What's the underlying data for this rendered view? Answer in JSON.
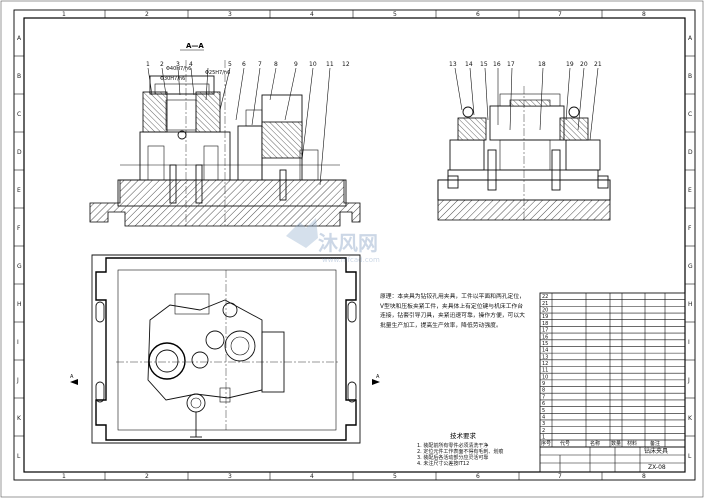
{
  "drawing": {
    "section_label": "A—A",
    "zones_top": [
      "1",
      "2",
      "3",
      "4",
      "5",
      "6",
      "7",
      "8"
    ],
    "zones_side": [
      "A",
      "B",
      "C",
      "D",
      "E",
      "F",
      "G",
      "H",
      "I",
      "J",
      "K",
      "L"
    ],
    "balloons_front": [
      "1",
      "2",
      "3",
      "4",
      "5",
      "6",
      "7",
      "8",
      "9",
      "10",
      "11",
      "12"
    ],
    "balloons_side": [
      "13",
      "14",
      "15",
      "16",
      "17",
      "18",
      "19",
      "20",
      "21"
    ],
    "tolerances": [
      "Φ40H7/h6",
      "Φ30H7/h6",
      "Φ25H7/n6"
    ],
    "watermark_brand": "沐风网",
    "watermark_url": "www.mfcad.com",
    "notes": "原理：本夹具为钻铰孔用夹具，工件以平面和两孔定位，V型块和压板夹紧工件，夹具体上有定位键与机床工作台连接，钻套引导刀具，夹紧迅速可靠，操作方便，可以大批量生产加工，提高生产效率，降低劳动强度。",
    "tech_title": "技术要求",
    "tech_items": [
      "1. 装配前所有零件必须清洗干净",
      "2. 定位元件工作表面不得有毛刺、划痕",
      "3. 装配后各活动部分应灵活可靠",
      "4. 未注尺寸公差按IT12"
    ],
    "bom_rows": [
      "22",
      "21",
      "20",
      "19",
      "18",
      "17",
      "16",
      "15",
      "14",
      "13",
      "12",
      "11",
      "10",
      "9",
      "8",
      "7",
      "6",
      "5",
      "4",
      "3",
      "2",
      "1"
    ],
    "bom_header": [
      "序号",
      "代号",
      "名称",
      "数量",
      "材料",
      "备注"
    ],
    "title_name": "钻床夹具",
    "drawing_no": "ZX-08"
  }
}
